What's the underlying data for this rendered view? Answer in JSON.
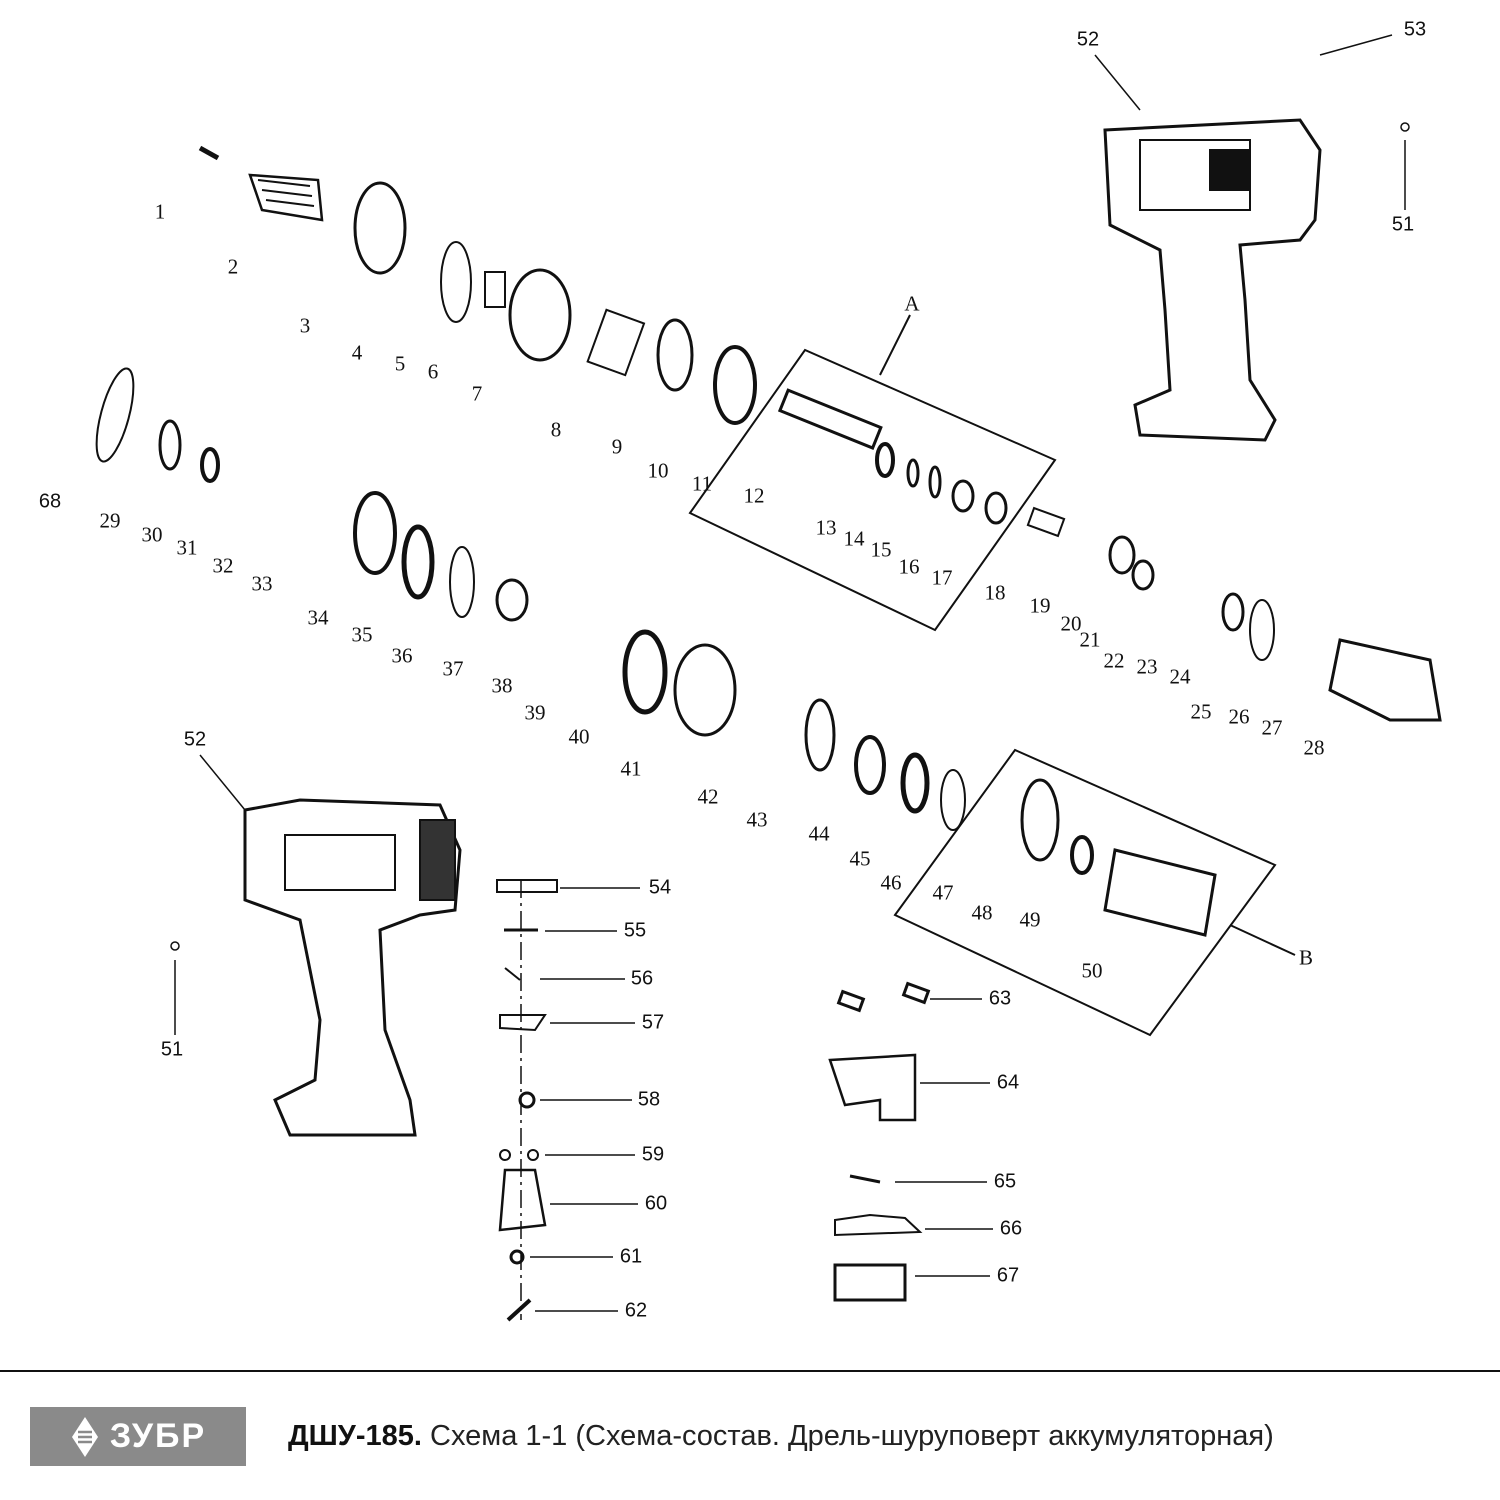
{
  "diagram": {
    "callouts": [
      "1",
      "2",
      "3",
      "4",
      "5",
      "6",
      "7",
      "8",
      "9",
      "10",
      "11",
      "12",
      "13",
      "14",
      "15",
      "16",
      "17",
      "18",
      "19",
      "20",
      "21",
      "22",
      "23",
      "24",
      "25",
      "26",
      "27",
      "28",
      "29",
      "30",
      "31",
      "32",
      "33",
      "34",
      "35",
      "36",
      "37",
      "38",
      "39",
      "40",
      "41",
      "42",
      "43",
      "44",
      "45",
      "46",
      "47",
      "48",
      "49",
      "50",
      "51",
      "51",
      "52",
      "52",
      "53",
      "54",
      "55",
      "56",
      "57",
      "58",
      "59",
      "60",
      "61",
      "62",
      "63",
      "64",
      "65",
      "66",
      "67",
      "68",
      "A",
      "B"
    ]
  },
  "footer": {
    "logo_text": "ЗУБР",
    "model": "ДШУ-185.",
    "subtitle": "Схема 1-1 (Схема-состав. Дрель-шуруповерт аккумуляторная)"
  }
}
